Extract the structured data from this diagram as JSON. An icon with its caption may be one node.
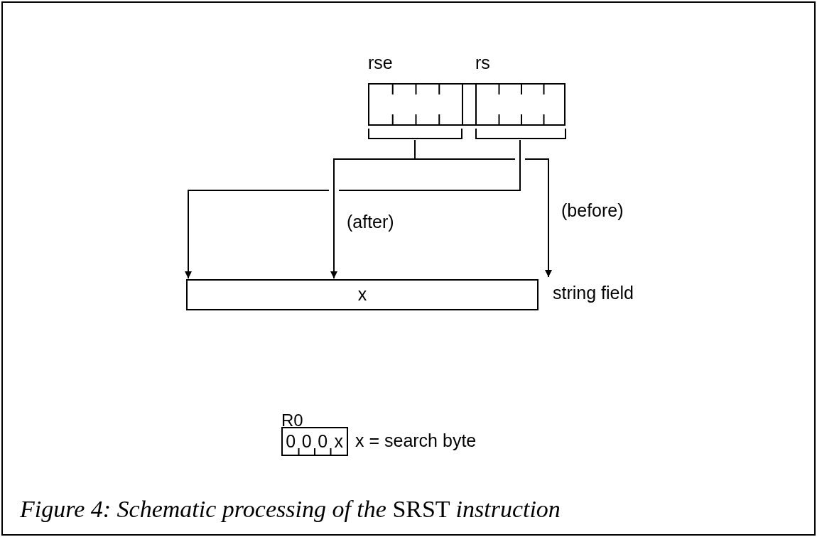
{
  "diagram": {
    "caption": "*Figure 4: Schematic processing of the* SRST *instruction*",
    "nodes": [
      {
        "text": [
          "rse"
        ]
      },
      {
        "text": [
          "rs"
        ]
      },
      {
        "text": [
          "x"
        ],
        "beside": [
          "string field"
        ]
      },
      {
        "text": [
          "R0",
          "0",
          "0",
          "0",
          "x"
        ],
        "beside": [
          "x = search byte"
        ]
      }
    ],
    "edges": [
      {
        "from": 0,
        "to": 2,
        "arrow": "to",
        "label": "(after)"
      },
      {
        "from": 0,
        "to": 2,
        "arrow": "to",
        "label": "(before)"
      },
      {
        "from": 1,
        "to": 2,
        "arrow": "to"
      }
    ]
  }
}
